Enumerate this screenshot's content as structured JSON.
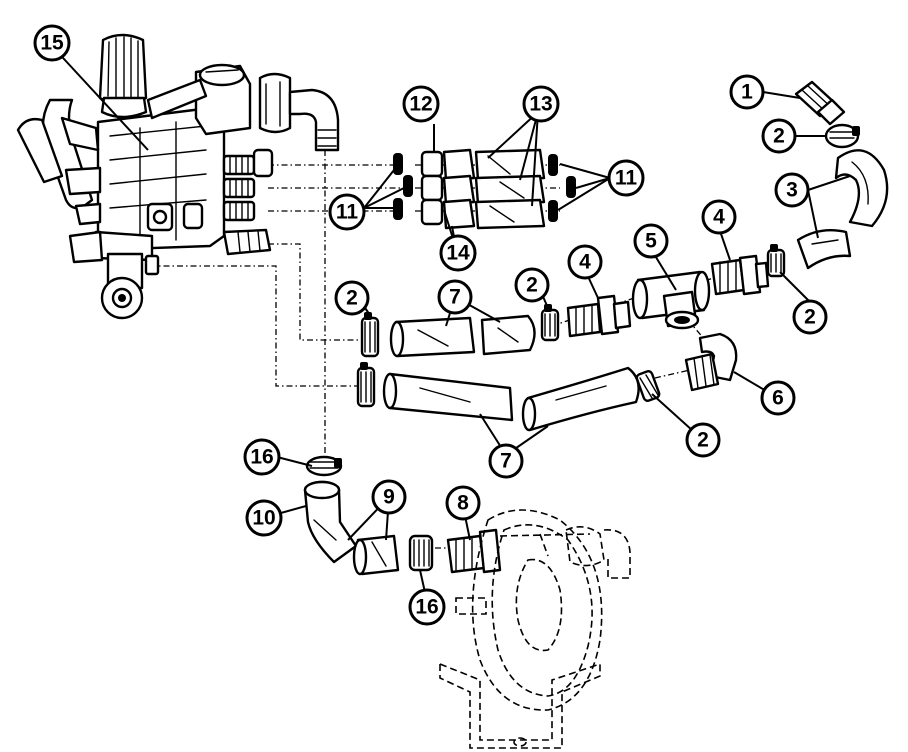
{
  "parts": [
    {
      "id": "badge-1",
      "label": "1"
    },
    {
      "id": "badge-2a",
      "label": "2"
    },
    {
      "id": "badge-2b",
      "label": "2"
    },
    {
      "id": "badge-2c",
      "label": "2"
    },
    {
      "id": "badge-2d",
      "label": "2"
    },
    {
      "id": "badge-2e",
      "label": "2"
    },
    {
      "id": "badge-3",
      "label": "3"
    },
    {
      "id": "badge-4a",
      "label": "4"
    },
    {
      "id": "badge-4b",
      "label": "4"
    },
    {
      "id": "badge-5",
      "label": "5"
    },
    {
      "id": "badge-6",
      "label": "6"
    },
    {
      "id": "badge-7a",
      "label": "7"
    },
    {
      "id": "badge-7b",
      "label": "7"
    },
    {
      "id": "badge-8",
      "label": "8"
    },
    {
      "id": "badge-9",
      "label": "9"
    },
    {
      "id": "badge-10",
      "label": "10"
    },
    {
      "id": "badge-11a",
      "label": "11"
    },
    {
      "id": "badge-11b",
      "label": "11"
    },
    {
      "id": "badge-12",
      "label": "12"
    },
    {
      "id": "badge-13",
      "label": "13"
    },
    {
      "id": "badge-14",
      "label": "14"
    },
    {
      "id": "badge-15",
      "label": "15"
    },
    {
      "id": "badge-16a",
      "label": "16"
    },
    {
      "id": "badge-16b",
      "label": "16"
    }
  ]
}
